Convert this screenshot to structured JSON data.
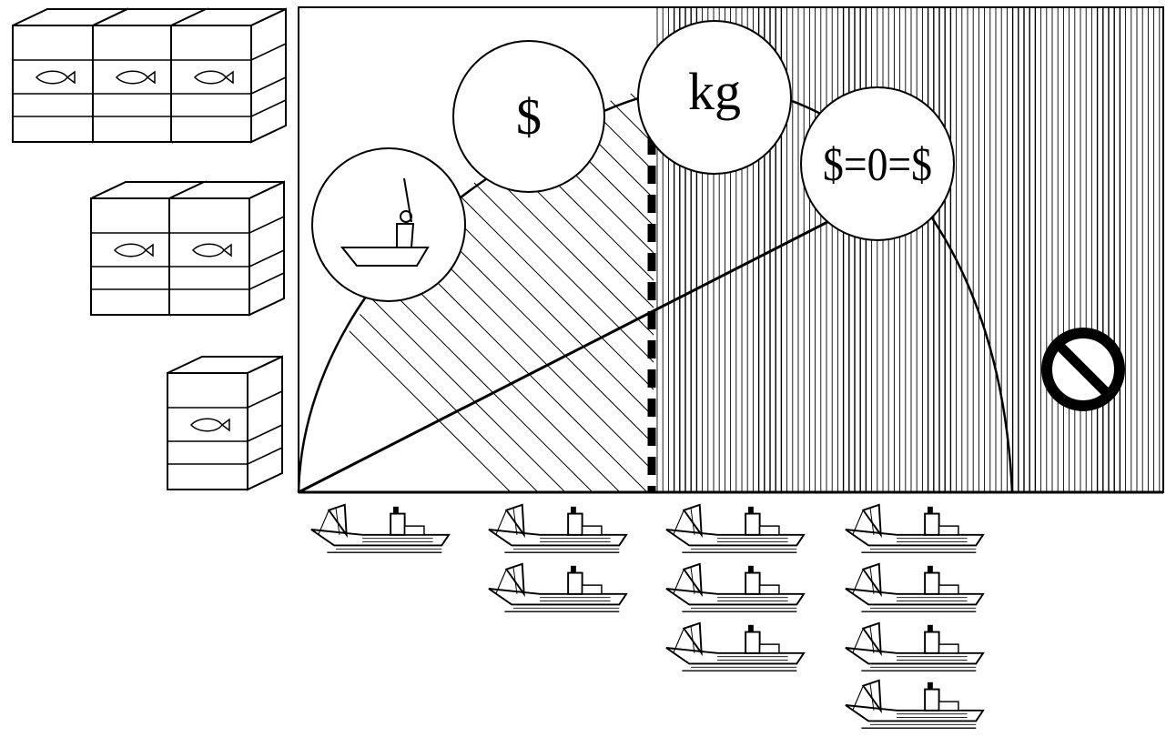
{
  "diagram": {
    "icon_labels": {
      "dollar": "$",
      "kilogram": "kg",
      "profit_zero": "$=0=$"
    },
    "icons": [
      "fishing-boat-icon",
      "dollar-icon",
      "kilogram-icon",
      "zero-profit-icon",
      "prohibited-icon"
    ],
    "fish_crate_stacks": [
      3,
      2,
      1
    ],
    "trawler_columns": [
      1,
      2,
      3,
      4
    ],
    "colors": {
      "ink": "#000000",
      "paper": "#ffffff"
    }
  }
}
